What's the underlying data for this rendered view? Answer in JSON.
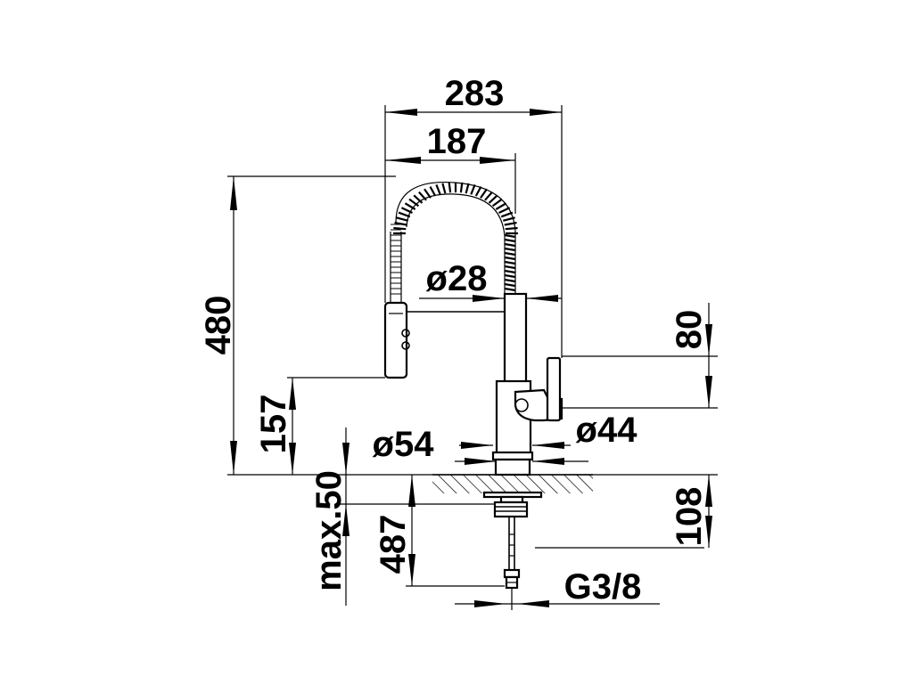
{
  "drawing": {
    "dimensions": {
      "width_overall": "283",
      "spout_reach": "187",
      "height_overall": "480",
      "handle_height": "157",
      "spout_diameter": "ø28",
      "base_diameter": "ø54",
      "body_diameter": "ø44",
      "lever_offset": "80",
      "below_counter": "108",
      "max_counter_thickness": "max.50",
      "hose_length": "487",
      "connection_thread": "G3/8"
    }
  }
}
